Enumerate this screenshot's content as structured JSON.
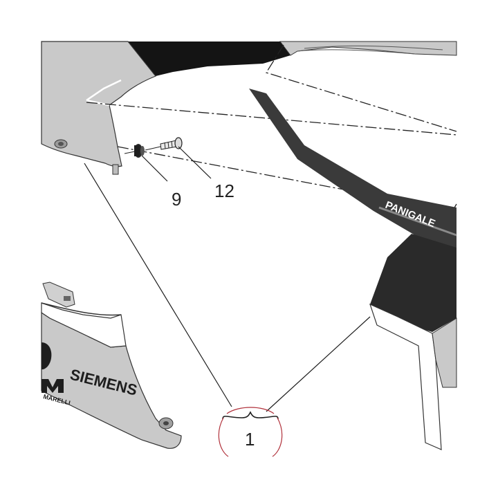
{
  "callouts": {
    "part_9": "9",
    "part_12": "12",
    "part_1": "1"
  },
  "decals": {
    "sponsor_siemens": "SIEMENS",
    "sponsor_marelli": "MARELLI",
    "model_panigale": "PANIGALE"
  },
  "colors": {
    "panel_gray": "#c9c9c9",
    "dark_stripe": "#3a3a3a",
    "black_panel": "#141414",
    "callout_circle": "#b0303a",
    "leader_line": "#1e1e1e"
  }
}
